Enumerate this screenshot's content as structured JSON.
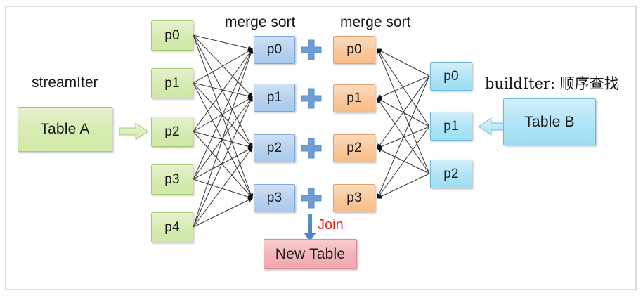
{
  "diagram": {
    "title": "merge-sort join dataflow",
    "labels": {
      "streamIter": "streamIter",
      "merge_sort_left": "merge sort",
      "merge_sort_right": "merge sort",
      "buildIter": "buildIter: 顺序查找",
      "join": "Join"
    },
    "colors": {
      "green": "#d6ecb0",
      "blue": "#b6d1f0",
      "orange": "#fac89b",
      "cyan": "#aee4f7",
      "pink": "#f3b3b8",
      "join_text": "#e8201a",
      "edge": "#333333",
      "frame": "#dcdcdc"
    },
    "tableA": {
      "label": "Table A"
    },
    "tableB": {
      "label": "Table B"
    },
    "newTable": {
      "label": "New Table"
    },
    "streamPartitions": [
      {
        "label": "p0"
      },
      {
        "label": "p1"
      },
      {
        "label": "p2"
      },
      {
        "label": "p3"
      },
      {
        "label": "p4"
      }
    ],
    "leftSorted": [
      {
        "label": "p0"
      },
      {
        "label": "p1"
      },
      {
        "label": "p2"
      },
      {
        "label": "p3"
      }
    ],
    "rightSorted": [
      {
        "label": "p0"
      },
      {
        "label": "p1"
      },
      {
        "label": "p2"
      },
      {
        "label": "p3"
      }
    ],
    "buildPartitions": [
      {
        "label": "p0"
      },
      {
        "label": "p1"
      },
      {
        "label": "p2"
      }
    ],
    "plusIcons": [
      {
        "name": "plus-icon-0"
      },
      {
        "name": "plus-icon-1"
      },
      {
        "name": "plus-icon-2"
      },
      {
        "name": "plus-icon-3"
      }
    ]
  }
}
